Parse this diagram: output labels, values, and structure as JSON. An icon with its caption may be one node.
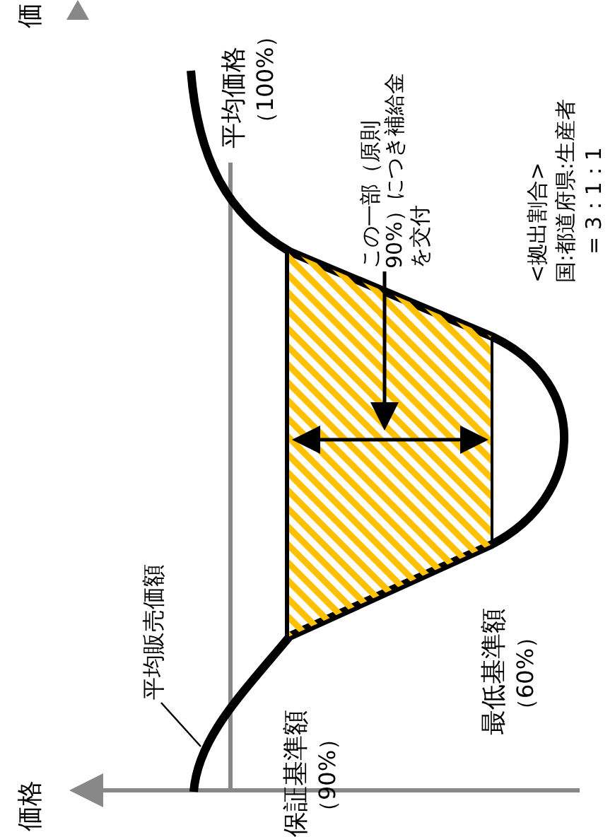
{
  "diagram": {
    "nodes": [
      {
        "text": [
          "この一部（原則90%）につき補給金を交付"
        ]
      },
      {
        "text": [],
        "shape": "box"
      },
      {
        "text": [
          "平均販売価額"
        ]
      }
    ],
    "edges": [
      {
        "from": 0,
        "to": 1,
        "arrow": "to"
      },
      {
        "from": 2,
        "to": null,
        "arrow": "none"
      }
    ],
    "labels": [
      "価",
      "平均価格",
      "（100%）",
      "<拠出割合>",
      "国:都道府県:生産者",
      "= 3：1：1",
      "最低基準額",
      "（60%）",
      "保証基準額",
      "（90%）",
      "価格"
    ]
  }
}
